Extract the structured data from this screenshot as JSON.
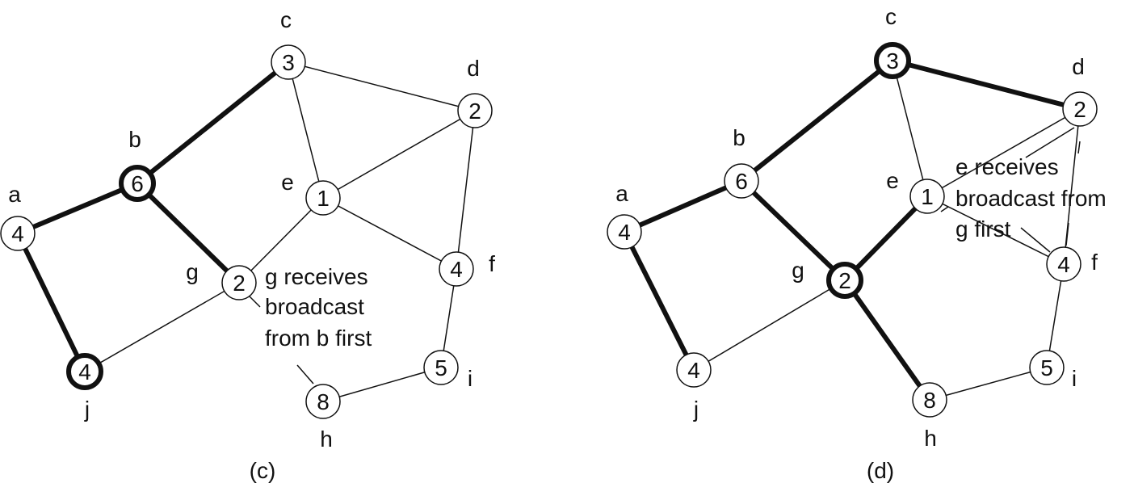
{
  "panels": [
    {
      "caption": "(c)",
      "nodes": [
        {
          "id": "a",
          "value": "4"
        },
        {
          "id": "b",
          "value": "6",
          "bold": true
        },
        {
          "id": "c",
          "value": "3"
        },
        {
          "id": "d",
          "value": "2"
        },
        {
          "id": "e",
          "value": "1"
        },
        {
          "id": "f",
          "value": "4"
        },
        {
          "id": "g",
          "value": "2"
        },
        {
          "id": "h",
          "value": "8"
        },
        {
          "id": "i",
          "value": "5"
        },
        {
          "id": "j",
          "value": "4",
          "bold": true
        }
      ],
      "edges": [
        {
          "from": "a",
          "to": "b",
          "bold": true
        },
        {
          "from": "b",
          "to": "c",
          "bold": true
        },
        {
          "from": "b",
          "to": "g",
          "bold": true
        },
        {
          "from": "a",
          "to": "j",
          "bold": true
        },
        {
          "from": "c",
          "to": "d"
        },
        {
          "from": "c",
          "to": "e"
        },
        {
          "from": "e",
          "to": "d"
        },
        {
          "from": "e",
          "to": "f"
        },
        {
          "from": "e",
          "to": "g"
        },
        {
          "from": "d",
          "to": "f"
        },
        {
          "from": "f",
          "to": "i"
        },
        {
          "from": "i",
          "to": "h"
        },
        {
          "from": "g",
          "to": "j"
        }
      ],
      "annotation": [
        "g receives",
        "broadcast",
        "from b first"
      ]
    },
    {
      "caption": "(d)",
      "nodes": [
        {
          "id": "a",
          "value": "4"
        },
        {
          "id": "b",
          "value": "6"
        },
        {
          "id": "c",
          "value": "3",
          "bold": true
        },
        {
          "id": "d",
          "value": "2"
        },
        {
          "id": "e",
          "value": "1"
        },
        {
          "id": "f",
          "value": "4"
        },
        {
          "id": "g",
          "value": "2",
          "bold": true
        },
        {
          "id": "h",
          "value": "8"
        },
        {
          "id": "i",
          "value": "5"
        },
        {
          "id": "j",
          "value": "4"
        }
      ],
      "edges": [
        {
          "from": "a",
          "to": "b",
          "bold": true
        },
        {
          "from": "b",
          "to": "c",
          "bold": true
        },
        {
          "from": "b",
          "to": "g",
          "bold": true
        },
        {
          "from": "a",
          "to": "j",
          "bold": true
        },
        {
          "from": "c",
          "to": "d",
          "bold": true
        },
        {
          "from": "g",
          "to": "e",
          "bold": true
        },
        {
          "from": "g",
          "to": "h",
          "bold": true
        },
        {
          "from": "c",
          "to": "e"
        },
        {
          "from": "d",
          "to": "e"
        },
        {
          "from": "e",
          "to": "f"
        },
        {
          "from": "d",
          "to": "f"
        },
        {
          "from": "f",
          "to": "i"
        },
        {
          "from": "i",
          "to": "h"
        },
        {
          "from": "g",
          "to": "j"
        }
      ],
      "annotation": [
        "e receives",
        "broadcast from",
        "g first"
      ]
    }
  ]
}
